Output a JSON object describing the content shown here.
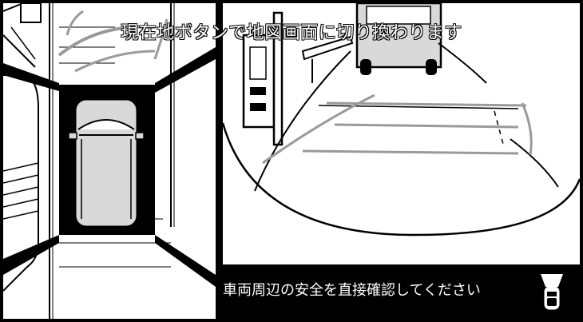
{
  "screen": {
    "title_overlay": "現在地ボタンで地図画面に切り換わります",
    "warning_text": "車両周辺の安全を直接確認してください"
  },
  "views": {
    "left": {
      "name": "overhead-view"
    },
    "right": {
      "name": "rear-camera-view"
    }
  },
  "icons": {
    "view_toggle": "car-top-view-icon"
  },
  "colors": {
    "frame": "#000000",
    "background": "#ffffff",
    "car_body": "#d9d9d9",
    "guide_lines": "#9a9a9a"
  }
}
